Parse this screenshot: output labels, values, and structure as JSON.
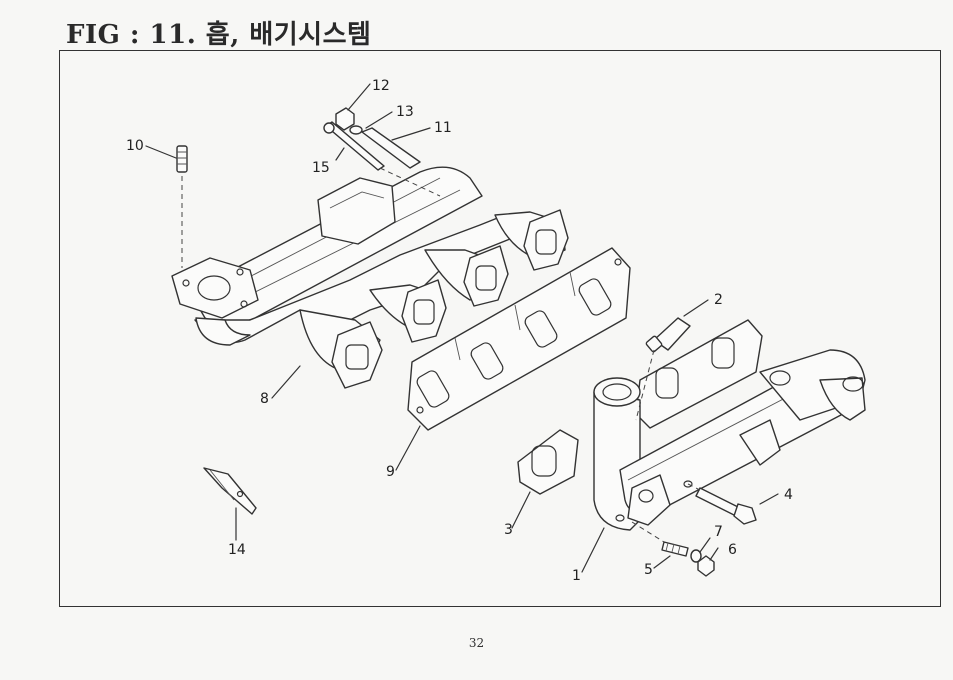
{
  "page": {
    "title": "FIG : 11.  흡, 배기시스템",
    "page_number": "32"
  },
  "callouts": [
    "1",
    "2",
    "3",
    "4",
    "5",
    "6",
    "7",
    "8",
    "9",
    "10",
    "11",
    "12",
    "13",
    "14",
    "15"
  ]
}
